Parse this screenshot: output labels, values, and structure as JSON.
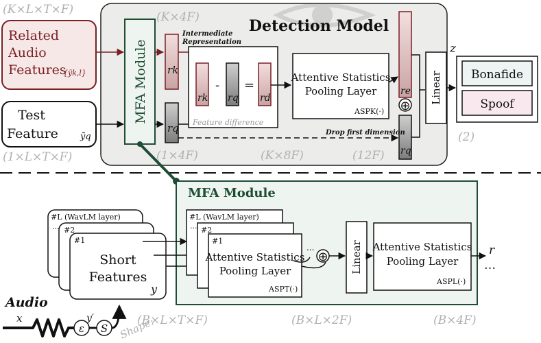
{
  "shapes": {
    "related_in": "(K×L×T×F)",
    "test_in": "(1×L×T×F)",
    "rk_shape": "(K×4F)",
    "rq_shape": "(1×4F)",
    "diff_shape": "(K×8F)",
    "re_shape": "(12F)",
    "out_shape": "(2)",
    "short_shape": "(B×L×T×F)",
    "aspT_shape": "(B×L×2F)",
    "aspL_shape": "(B×4F)",
    "shape_word": "Shape:"
  },
  "detection": {
    "title": "Detection Model",
    "related_line1": "Related",
    "related_line2": "Audio",
    "related_line3": "Features",
    "related_sym": "{ỹk,l}",
    "test_line1": "Test",
    "test_line2": "Feature",
    "test_sym": "ỹq",
    "mfa_vertical": "MFA Module",
    "intermediate1": "Intermediate",
    "intermediate2": "Representation",
    "rk": "rk",
    "rq": "rq",
    "rd": "rd",
    "re": "re",
    "minus": "-",
    "equals": "=",
    "feature_diff": "Feature difference",
    "asp_line1": "Attentive Statistics",
    "asp_line2": "Pooling Layer",
    "asp_k": "ASPK(·)",
    "drop_first": "Drop first dimension",
    "linear": "Linear",
    "z": "z",
    "bonafide": "Bonafide",
    "spoof": "Spoof",
    "oplus": "⊕"
  },
  "mfa": {
    "title": "MFA Module",
    "wavlm": "#L (WavLM layer)",
    "n2": "#2",
    "n1": "#1",
    "dots": "...",
    "short1": "Short",
    "short2": "Features",
    "y": "y",
    "asp_line1": "Attentive Statistics",
    "asp_line2": "Pooling Layer",
    "asp_t": "ASPT(·)",
    "linear": "Linear",
    "asp_l": "ASPL(·)",
    "r": "r",
    "ellipsis": "…"
  },
  "pipeline": {
    "audio": "Audio",
    "x": "x",
    "enc": "ε",
    "yprime": "y′",
    "s": "S"
  },
  "colors": {
    "red": "#7a1f24",
    "red_fill": "#f7e8e8",
    "green": "#1f4d34",
    "green_fill": "#eef4ef",
    "gray_fill": "#ededeb",
    "bona_fill": "#eef4f4",
    "spoof_fill": "#f9e8ee"
  }
}
